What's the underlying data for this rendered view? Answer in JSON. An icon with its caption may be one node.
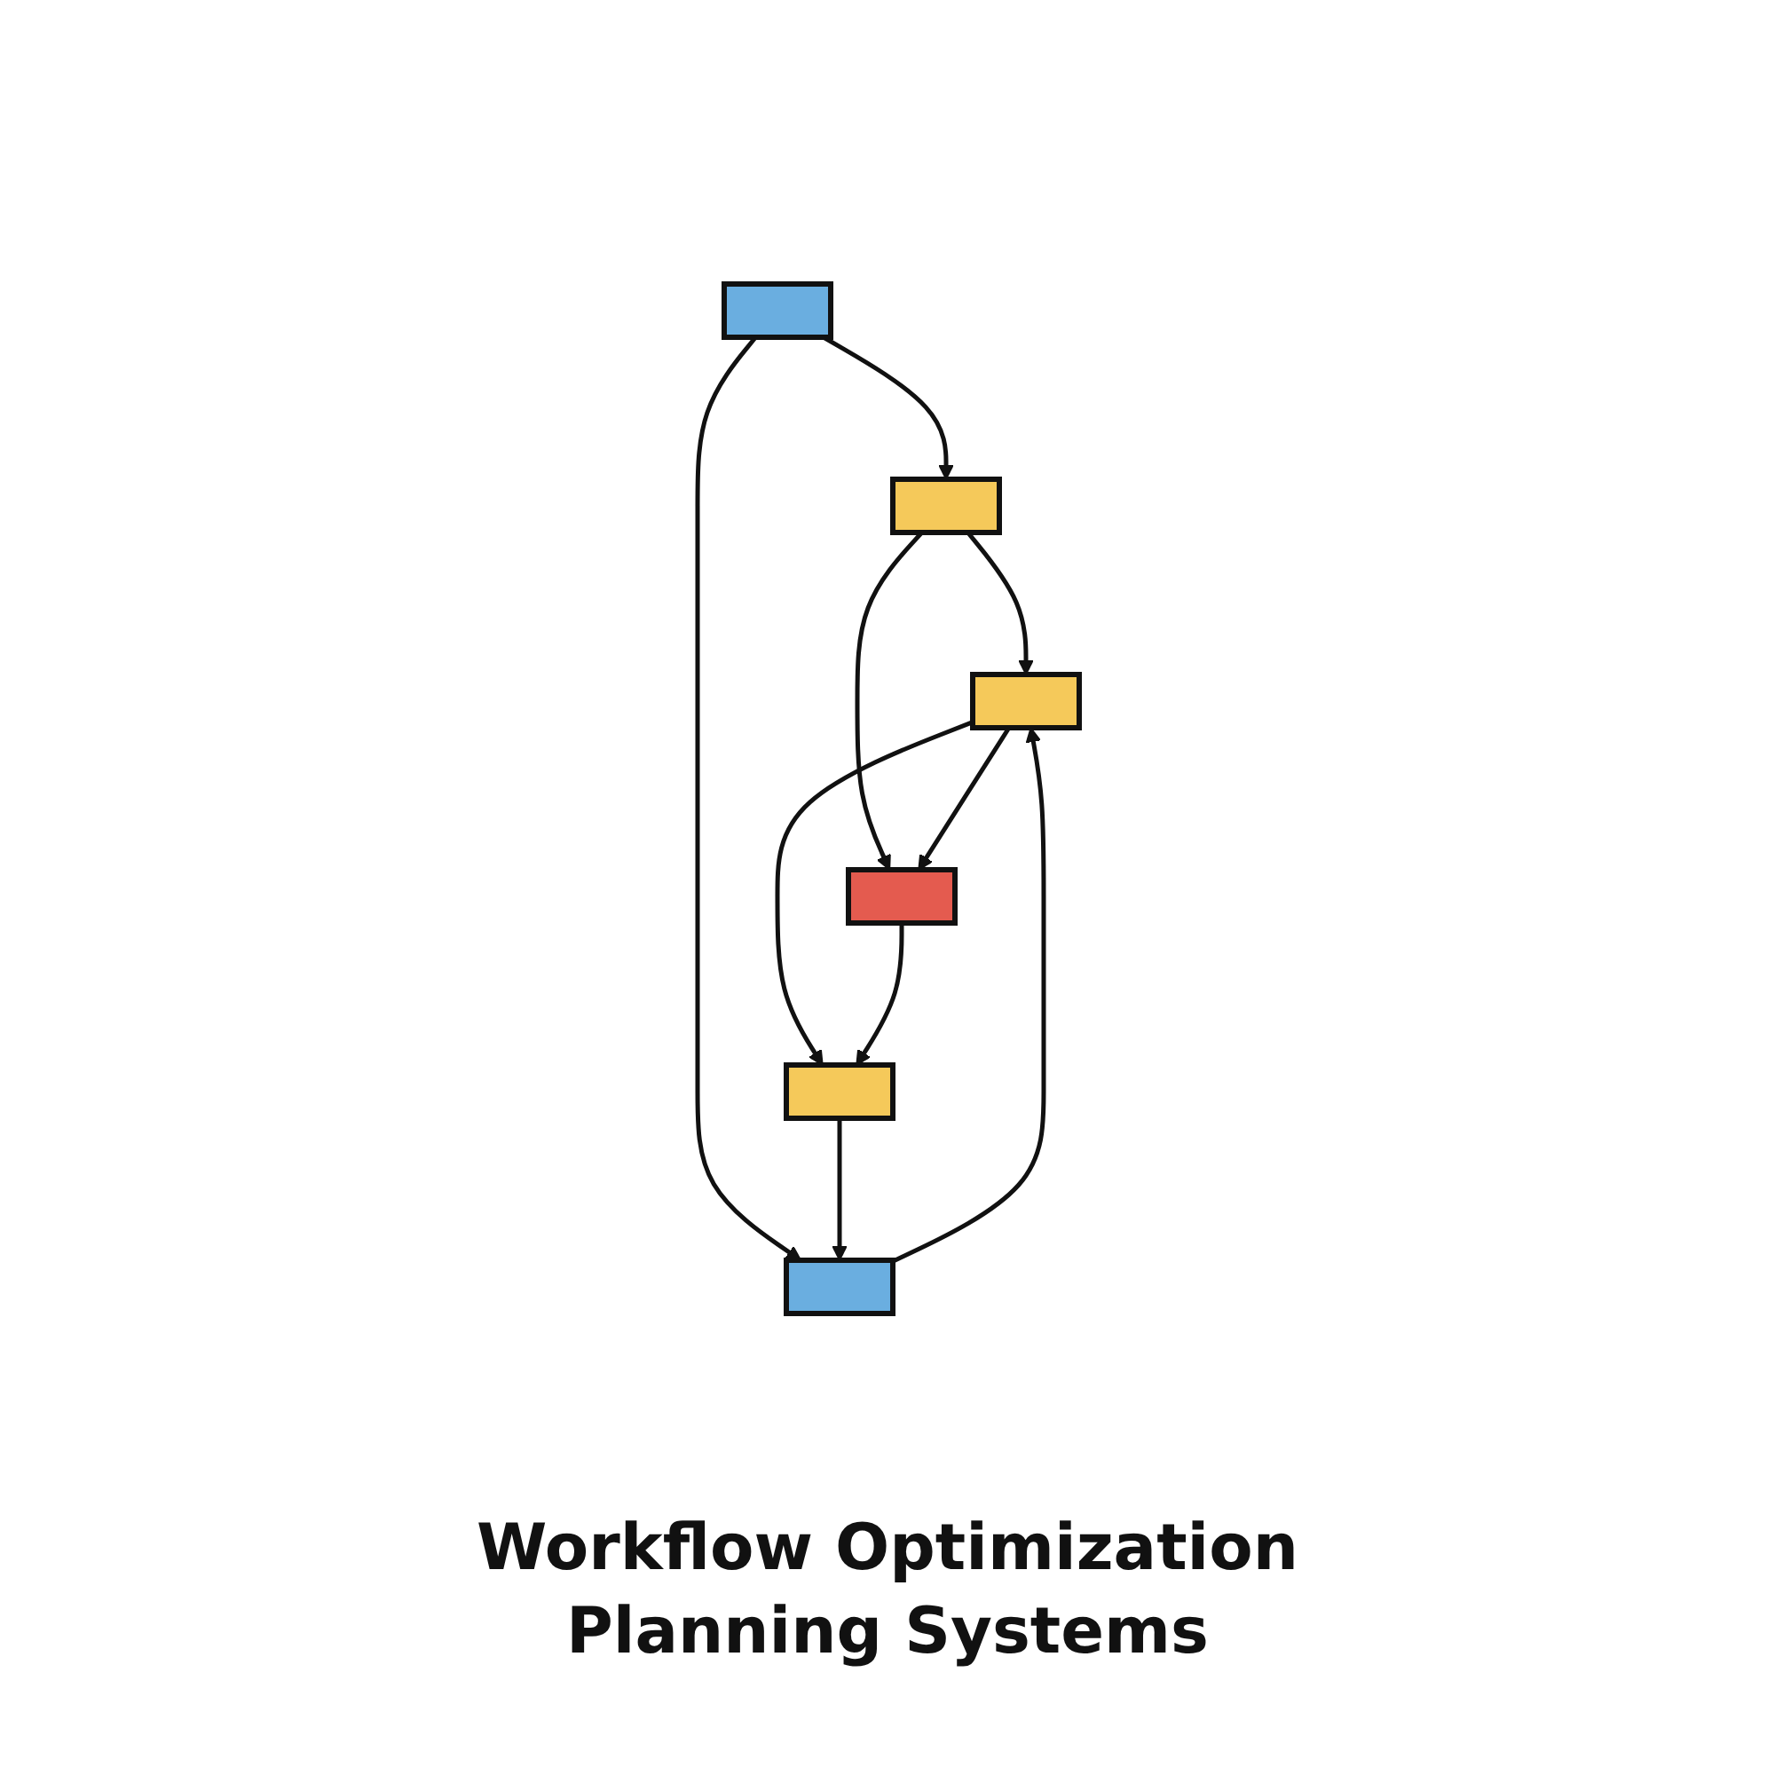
{
  "diagram": {
    "caption": "Workflow Optimization Planning Systems",
    "nodes": [
      {
        "text": [],
        "shape": "box"
      },
      {
        "text": [],
        "shape": "box"
      },
      {
        "text": [],
        "shape": "box"
      },
      {
        "text": [],
        "shape": "box"
      },
      {
        "text": [],
        "shape": "box"
      },
      {
        "text": [],
        "shape": "box"
      }
    ],
    "edges": [
      {
        "from": 0,
        "to": 1,
        "arrow": "to"
      },
      {
        "from": 0,
        "to": 2,
        "arrow": "to"
      },
      {
        "from": 1,
        "to": 3,
        "arrow": "to"
      },
      {
        "from": 1,
        "to": 4,
        "arrow": "to"
      },
      {
        "from": 2,
        "to": 3,
        "arrow": "to"
      },
      {
        "from": 3,
        "to": 4,
        "arrow": "to"
      },
      {
        "from": 3,
        "to": 5,
        "arrow": "to"
      },
      {
        "from": 4,
        "to": 5,
        "arrow": "to"
      },
      {
        "from": 5,
        "to": 2,
        "arrow": "to"
      }
    ]
  }
}
